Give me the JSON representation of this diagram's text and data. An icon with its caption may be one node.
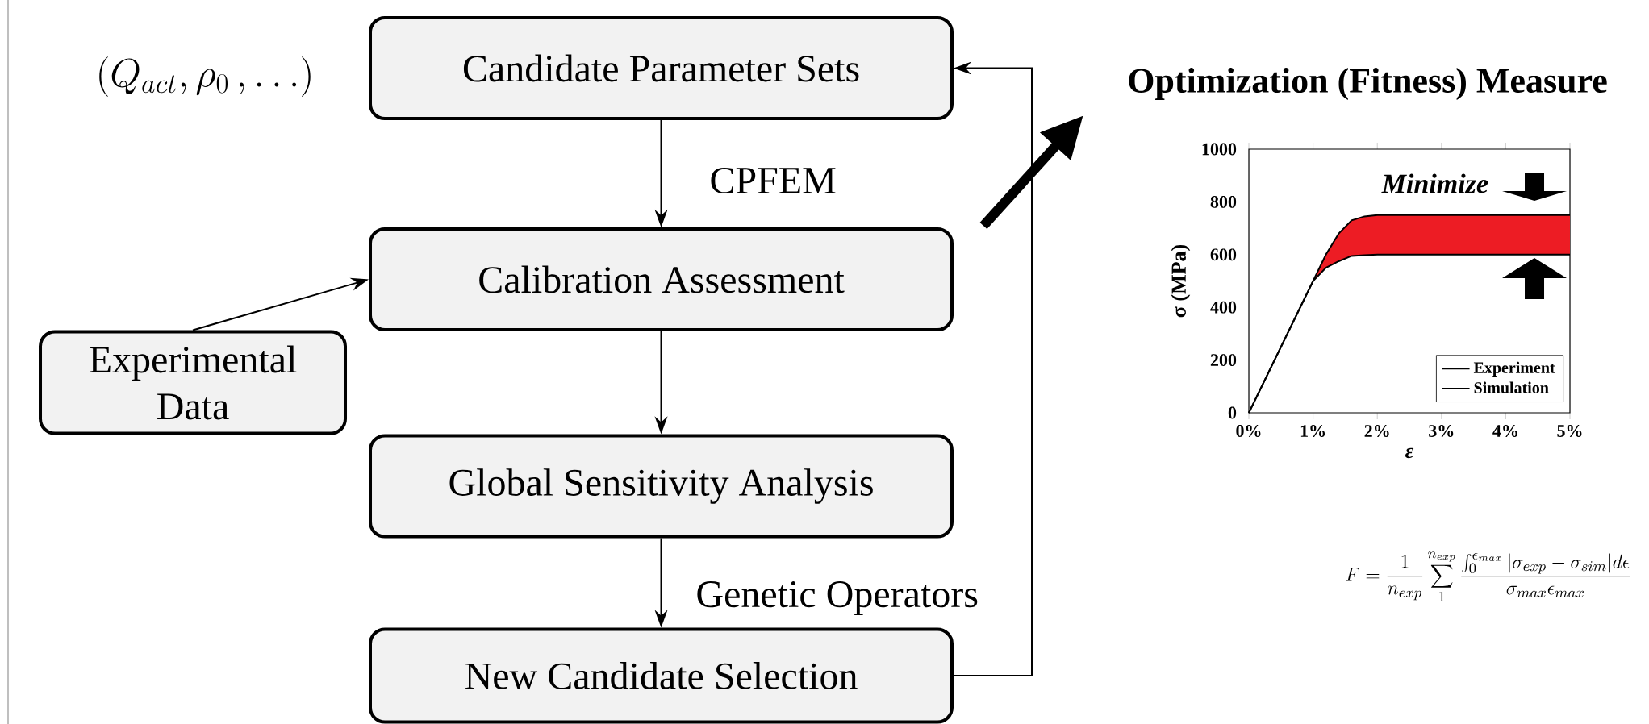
{
  "diagram": {
    "nodes": [
      {
        "text": [
          "Candidate Parameter Sets"
        ]
      },
      {
        "text": [
          "Calibration Assessment"
        ]
      },
      {
        "text": [
          "Experimental Data"
        ]
      },
      {
        "text": [
          "Global Sensitivity Analysis"
        ]
      },
      {
        "text": [
          "New Candidate Selection"
        ]
      }
    ],
    "edges": [
      {
        "from": 0,
        "to": 1,
        "arrow": "to",
        "label": "CPFEM"
      },
      {
        "from": 2,
        "to": 1,
        "arrow": "to"
      },
      {
        "from": 1,
        "to": 3,
        "arrow": "to"
      },
      {
        "from": 3,
        "to": 4,
        "arrow": "to",
        "label": "Genetic Operators"
      },
      {
        "from": 4,
        "to": 0,
        "arrow": "to"
      }
    ],
    "labels": [
      "(Q_{act}, \\rho_0\\,, \\ldots)",
      "F = \\frac{1}{n_{exp}} \\sum_{1}^{n_{exp}} \\frac{\\int_0^{\\epsilon_{max}} |\\sigma_{exp} - \\sigma_{sim}| d\\epsilon}{\\sigma_{max}\\epsilon_{max}}"
    ],
    "chart_data": {
      "type": "line",
      "title": "Optimization (Fitness) Measure",
      "xlabel": "ε",
      "ylabel": "σ (MPa)",
      "x": [
        0,
        1,
        1.2,
        1.4,
        1.6,
        1.8,
        2,
        5
      ],
      "series": [
        {
          "name": "Experiment",
          "color": "#000000",
          "values": [
            0,
            500,
            600,
            680,
            730,
            745,
            750,
            750
          ]
        },
        {
          "name": "Simulation",
          "color": "#000000",
          "values": [
            0,
            500,
            550,
            575,
            595,
            598,
            600,
            600
          ]
        }
      ],
      "xlim": [
        0,
        5
      ],
      "ylim": [
        0,
        1000
      ],
      "xticks": [
        {
          "value": 0,
          "label": "0%"
        },
        {
          "value": 1,
          "label": "1%"
        },
        {
          "value": 2,
          "label": "2%"
        },
        {
          "value": 3,
          "label": "3%"
        },
        {
          "value": 4,
          "label": "4%"
        },
        {
          "value": 5,
          "label": "5%"
        }
      ],
      "yticks": [
        0,
        200,
        400,
        600,
        800,
        1000
      ],
      "legend": "lower right",
      "annotations": [
        "Minimize"
      ]
    }
  }
}
